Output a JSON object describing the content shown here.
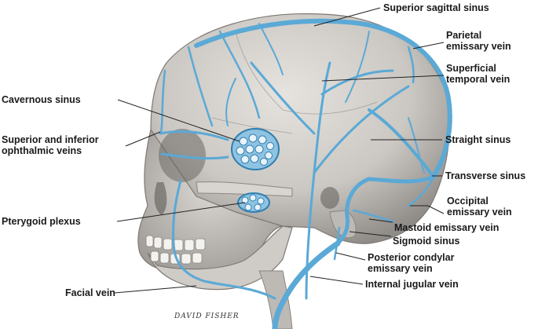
{
  "labels": {
    "superior_sagittal_sinus": "Superior sagittal sinus",
    "parietal_emissary_vein": [
      "Parietal",
      "emissary vein"
    ],
    "superficial_temporal_vein": [
      "Superficial",
      "temporal vein"
    ],
    "cavernous_sinus": "Cavernous sinus",
    "ophthalmic_veins": [
      "Superior and inferior",
      "ophthalmic veins"
    ],
    "straight_sinus": "Straight sinus",
    "transverse_sinus": "Transverse sinus",
    "occipital_emissary_vein": [
      "Occipital",
      "emissary vein"
    ],
    "pterygoid_plexus": "Pterygoid plexus",
    "mastoid_emissary_vein": "Mastoid emissary vein",
    "sigmoid_sinus": "Sigmoid sinus",
    "posterior_condylar_emissary_vein": [
      "Posterior condylar",
      "emissary vein"
    ],
    "internal_jugular_vein": "Internal jugular vein",
    "facial_vein": "Facial vein"
  },
  "signature": "DAVID FISHER",
  "colors": {
    "vein": "#5aa9d6",
    "vein_dark": "#2f7fb0",
    "bone": "#c9c6c2",
    "bone_shadow": "#9a9692",
    "leader": "#222222"
  }
}
